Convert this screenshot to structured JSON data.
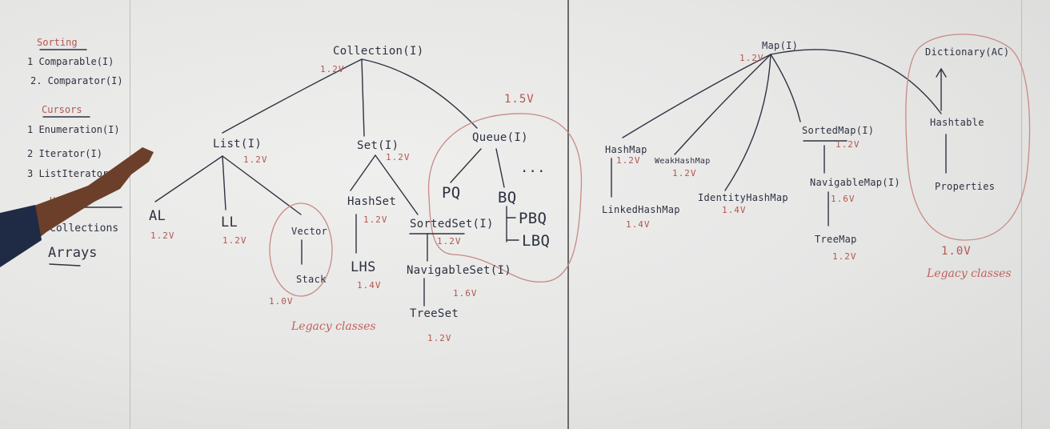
{
  "left_list": {
    "sorting_heading": "Sorting",
    "sorting_1": "1 Comparable(I)",
    "sorting_2": "2. Comparator(I)",
    "cursors_heading": "Cursors",
    "cursor_1": "1 Enumeration(I)",
    "cursor_2": "2 Iterator(I)",
    "cursor_3": "3 ListIterator(I)",
    "utility_heading": "Utility",
    "utility_1": "Collections",
    "utility_2": "Arrays"
  },
  "collection": {
    "root": "Collection(I)",
    "root_v": "1.2V",
    "list": "List(I)",
    "list_v": "1.2V",
    "set": "Set(I)",
    "set_v": "1.2V",
    "queue": "Queue(I)",
    "queue_v": "1.5V",
    "al": "AL",
    "al_v": "1.2V",
    "ll": "LL",
    "ll_v": "1.2V",
    "vector": "Vector",
    "stack": "Stack",
    "vector_v": "1.0V",
    "legacy": "Legacy classes",
    "hashset": "HashSet",
    "hashset_v": "1.2V",
    "lhs": "LHS",
    "lhs_v": "1.4V",
    "sortedset": "SortedSet(I)",
    "sortedset_v": "1.2V",
    "navigableset": "NavigableSet(I)",
    "navigableset_v": "1.6V",
    "treeset": "TreeSet",
    "treeset_v": "1.2V",
    "pq": "PQ",
    "bq": "BQ",
    "pbq": "PBQ",
    "lbq": "LBQ",
    "more": "..."
  },
  "map": {
    "root": "Map(I)",
    "root_v": "1.2V",
    "hashmap": "HashMap",
    "hashmap_v": "1.2V",
    "linkedhashmap": "LinkedHashMap",
    "linkedhashmap_v": "1.4V",
    "weakhashmap": "WeakHashMap",
    "weakhashmap_v": "1.2V",
    "identityhashmap": "IdentityHashMap",
    "identityhashmap_v": "1.4V",
    "sortedmap": "SortedMap(I)",
    "sortedmap_v": "1.2V",
    "navigablemap": "NavigableMap(I)",
    "navigablemap_v": "1.6V",
    "treemap": "TreeMap",
    "treemap_v": "1.2V",
    "dictionary": "Dictionary(AC)",
    "hashtable": "Hashtable",
    "properties": "Properties",
    "legacy_v": "1.0V",
    "legacy": "Legacy classes"
  }
}
